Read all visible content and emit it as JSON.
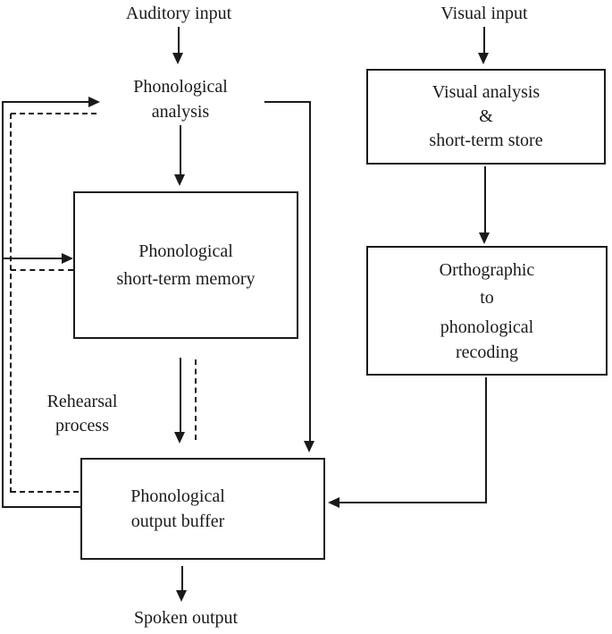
{
  "labels": {
    "auditory_input": "Auditory input",
    "visual_input": "Visual input",
    "phonological_analysis_line1": "Phonological",
    "phonological_analysis_line2": "analysis",
    "rehearsal_line1": "Rehearsal",
    "rehearsal_line2": "process",
    "spoken_output": "Spoken output"
  },
  "boxes": {
    "visual_analysis": {
      "line1": "Visual analysis",
      "line2": "&",
      "line3": "short-term store"
    },
    "phonological_stm": {
      "line1": "Phonological",
      "line2": "short-term memory"
    },
    "orthographic_recoding": {
      "line1": "Orthographic",
      "line2": "to",
      "line3": "phonological",
      "line4": "recoding"
    },
    "phonological_output_buffer": {
      "line1": "Phonological",
      "line2": "output buffer"
    }
  },
  "colors": {
    "line": "#1a1a1a",
    "bg": "#ffffff",
    "text": "#1a1a1a"
  }
}
